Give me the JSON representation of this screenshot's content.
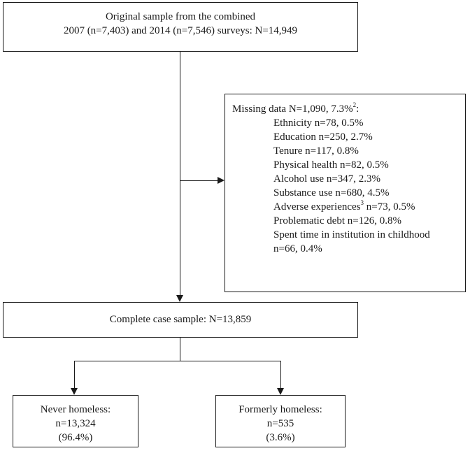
{
  "original_sample": {
    "line1": "Original sample from the combined",
    "line2": "2007 (n=7,403) and 2014 (n=7,546) surveys: N=14,949"
  },
  "missing_data": {
    "header": "Missing data N=1,090, 7.3%",
    "header_superscript": "2",
    "header_suffix": ":",
    "items": [
      "Ethnicity n=78, 0.5%",
      "Education n=250, 2.7%",
      "Tenure n=117, 0.8%",
      "Physical health n=82, 0.5%",
      "Alcohol use n=347, 2.3%",
      "Substance use n=680, 4.5%",
      "Problematic debt n=126, 0.8%",
      "Spent time in institution in childhood",
      "n=66, 0.4%"
    ],
    "adverse_label": "Adverse experiences",
    "adverse_superscript": "3",
    "adverse_value": " n=73, 0.5%"
  },
  "complete_case": {
    "label": "Complete case sample: N=13,859"
  },
  "never_homeless": {
    "line1": "Never homeless:",
    "line2": "n=13,324",
    "line3": "(96.4%)"
  },
  "formerly_homeless": {
    "line1": "Formerly homeless:",
    "line2": "n=535",
    "line3": "(3.6%)"
  }
}
